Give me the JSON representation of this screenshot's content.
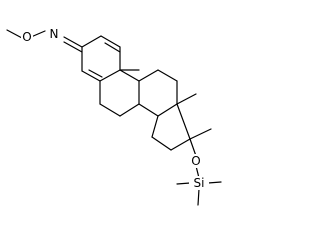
{
  "structure": {
    "atoms": {
      "o_methoxy": "O",
      "n_oxime": "N",
      "o_silyl": "O",
      "si": "Si"
    }
  }
}
